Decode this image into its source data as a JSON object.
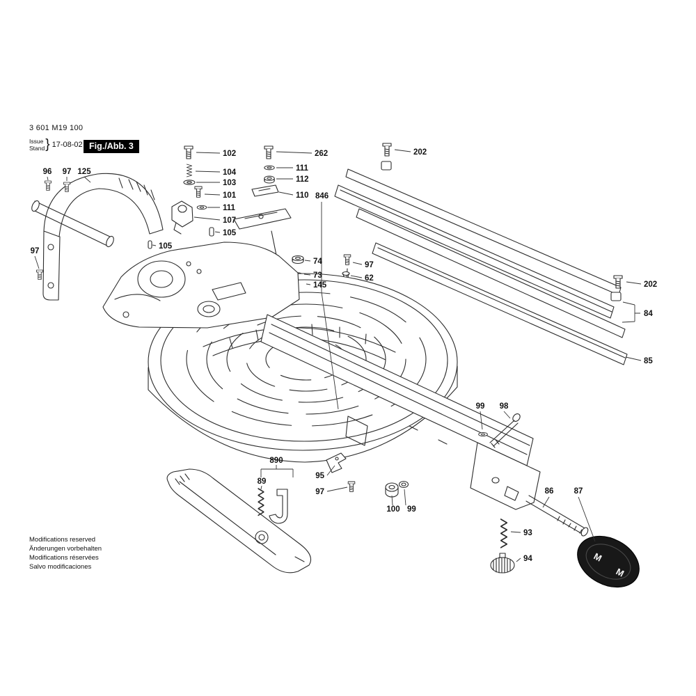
{
  "header": {
    "part_number": "3 601 M19 100",
    "issue_label": "Issue",
    "stand_label": "Stand",
    "brace": "}",
    "issue_value": "17-08-02",
    "figure_label": "Fig./Abb. 3"
  },
  "footer": {
    "line1": "Modifications reserved",
    "line2": "Änderungen vorbehalten",
    "line3": "Modifications réservées",
    "line4": "Salvo modificaciones"
  },
  "knob": {
    "marking": "M"
  },
  "callouts": {
    "c96": "96",
    "c97a": "97",
    "c125": "125",
    "c97b": "97",
    "c102": "102",
    "c104": "104",
    "c103": "103",
    "c101": "101",
    "c111a": "111",
    "c107": "107",
    "c105a": "105",
    "c105b": "105",
    "c262": "262",
    "c111b": "111",
    "c112": "112",
    "c110": "110",
    "c846": "846",
    "c202a": "202",
    "c202b": "202",
    "c84": "84",
    "c85": "85",
    "c74": "74",
    "c73": "73",
    "c145": "145",
    "c97c": "97",
    "c62": "62",
    "c99a": "99",
    "c98": "98",
    "c890": "890",
    "c89": "89",
    "c95": "95",
    "c97d": "97",
    "c100": "100",
    "c99b": "99",
    "c86": "86",
    "c87": "87",
    "c93": "93",
    "c94": "94"
  }
}
